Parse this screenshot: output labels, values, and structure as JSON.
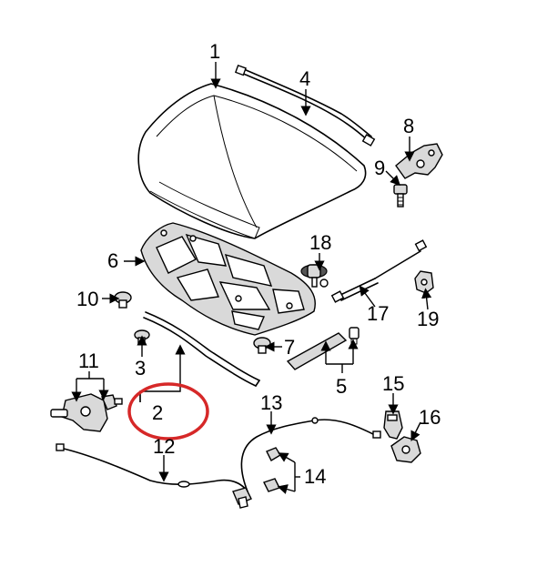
{
  "diagram": {
    "labels": [
      {
        "id": "1",
        "text": "1"
      },
      {
        "id": "2",
        "text": "2"
      },
      {
        "id": "3",
        "text": "3"
      },
      {
        "id": "4",
        "text": "4"
      },
      {
        "id": "5",
        "text": "5"
      },
      {
        "id": "6",
        "text": "6"
      },
      {
        "id": "7",
        "text": "7"
      },
      {
        "id": "8",
        "text": "8"
      },
      {
        "id": "9",
        "text": "9"
      },
      {
        "id": "10",
        "text": "10"
      },
      {
        "id": "11",
        "text": "11"
      },
      {
        "id": "12",
        "text": "12"
      },
      {
        "id": "13",
        "text": "13"
      },
      {
        "id": "14",
        "text": "14"
      },
      {
        "id": "15",
        "text": "15"
      },
      {
        "id": "16",
        "text": "16"
      },
      {
        "id": "17",
        "text": "17"
      },
      {
        "id": "18",
        "text": "18"
      },
      {
        "id": "19",
        "text": "19"
      }
    ],
    "highlight": {
      "target": "2",
      "color": "#d62828"
    },
    "colors": {
      "line": "#000000",
      "part_fill": "#d9d9d9",
      "background": "#ffffff"
    }
  }
}
